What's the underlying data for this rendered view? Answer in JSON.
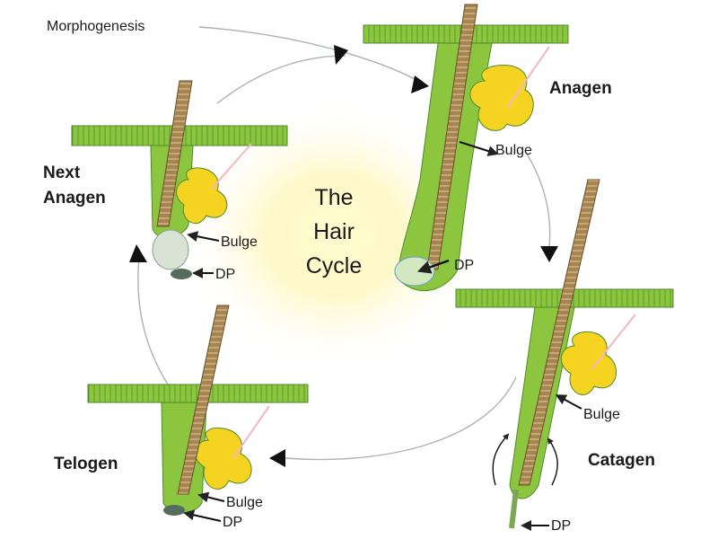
{
  "title_line1": "The",
  "title_line2": "Hair",
  "title_line3": "Cycle",
  "morphogenesis": "Morphogenesis",
  "stages": {
    "anagen": "Anagen",
    "catagen": "Catagen",
    "telogen": "Telogen",
    "next_anagen_line1": "Next",
    "next_anagen_line2": "Anagen"
  },
  "labels": {
    "bulge": "Bulge",
    "dp": "DP"
  },
  "colors": {
    "skin": "#8cc63f",
    "skin_dark": "#4f8a2a",
    "hair": "#9b7b4a",
    "hair_dark": "#6b4f2a",
    "gland": "#f5d321",
    "glow": "#fff8b0",
    "arrow": "#9aa3a8"
  }
}
